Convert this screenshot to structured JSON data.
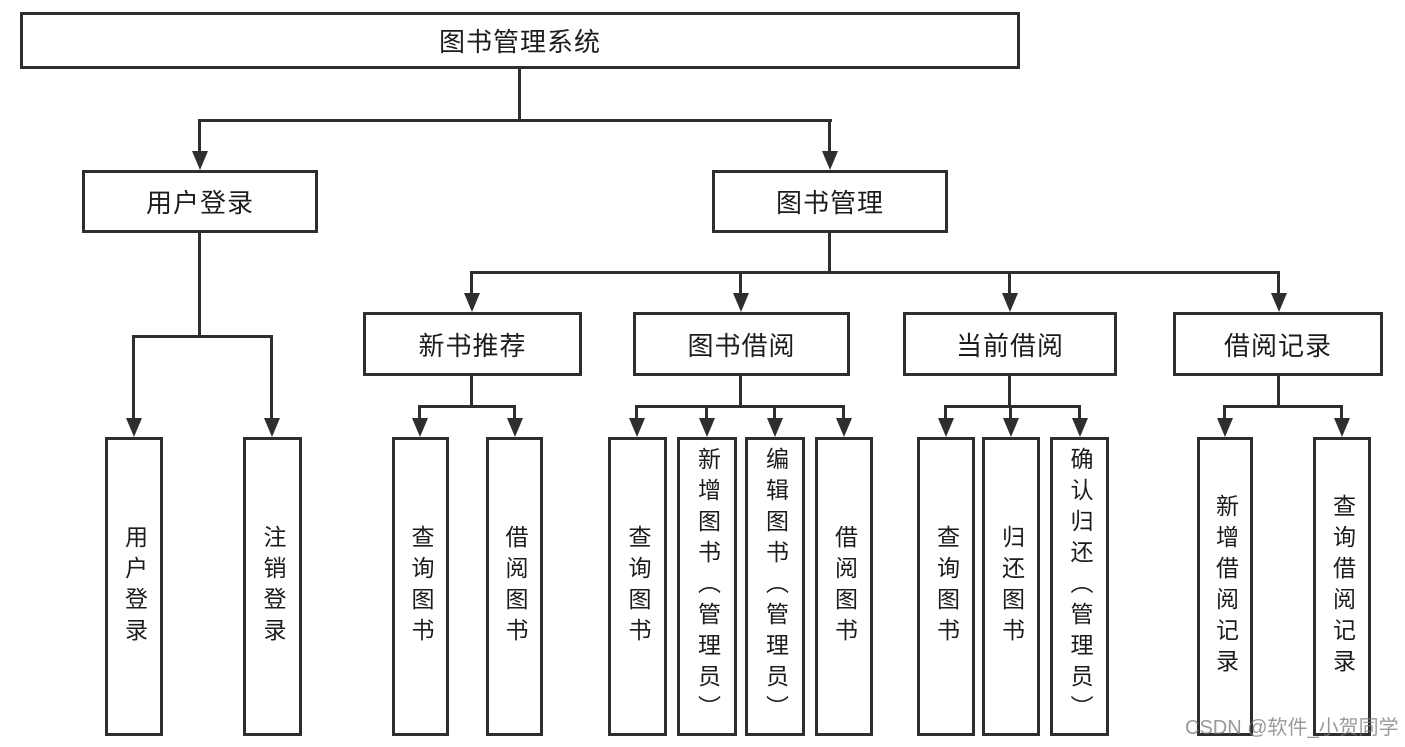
{
  "diagram": {
    "root": {
      "label": "图书管理系统"
    },
    "level2": [
      {
        "label": "用户登录"
      },
      {
        "label": "图书管理"
      }
    ],
    "level3": [
      {
        "label": "新书推荐"
      },
      {
        "label": "图书借阅"
      },
      {
        "label": "当前借阅"
      },
      {
        "label": "借阅记录"
      }
    ],
    "leaves": {
      "login": [
        "用户登录",
        "注销登录"
      ],
      "recommend": [
        "查询图书",
        "借阅图书"
      ],
      "borrow": [
        "查询图书",
        "新增图书（管理员）",
        "编辑图书（管理员）",
        "借阅图书"
      ],
      "current": [
        "查询图书",
        "归还图书",
        "确认归还（管理员）"
      ],
      "records": [
        "新增借阅记录",
        "查询借阅记录"
      ]
    }
  },
  "colors": {
    "line": "#2e2e2e",
    "text": "#1c1c1c",
    "background": "#ffffff",
    "watermark": "#787878"
  },
  "watermark": "CSDN @软件_小贺同学"
}
